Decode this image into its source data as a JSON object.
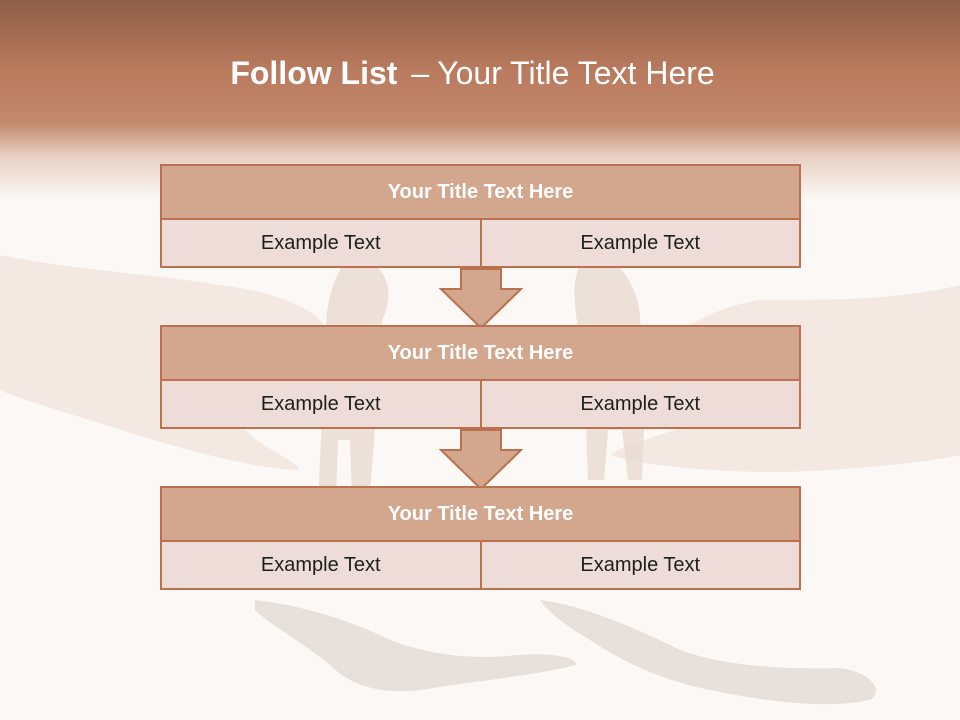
{
  "slide": {
    "title_bold": "Follow List",
    "title_dash": "–",
    "title_rest": "Your Title Text Here"
  },
  "blocks": [
    {
      "title": "Your Title Text Here",
      "left": "Example Text",
      "right": "Example Text"
    },
    {
      "title": "Your Title Text Here",
      "left": "Example Text",
      "right": "Example Text"
    },
    {
      "title": "Your Title Text Here",
      "left": "Example Text",
      "right": "Example Text"
    }
  ],
  "colors": {
    "header_dark": "#8f5f47",
    "header_mid": "#c38a6e",
    "block_title_fill": "#d3a68e",
    "block_cell_fill": "#eddcd7",
    "border": "#bb7150",
    "arrow_fill": "#d3a68e"
  },
  "icons": [
    "down-arrow-icon"
  ]
}
